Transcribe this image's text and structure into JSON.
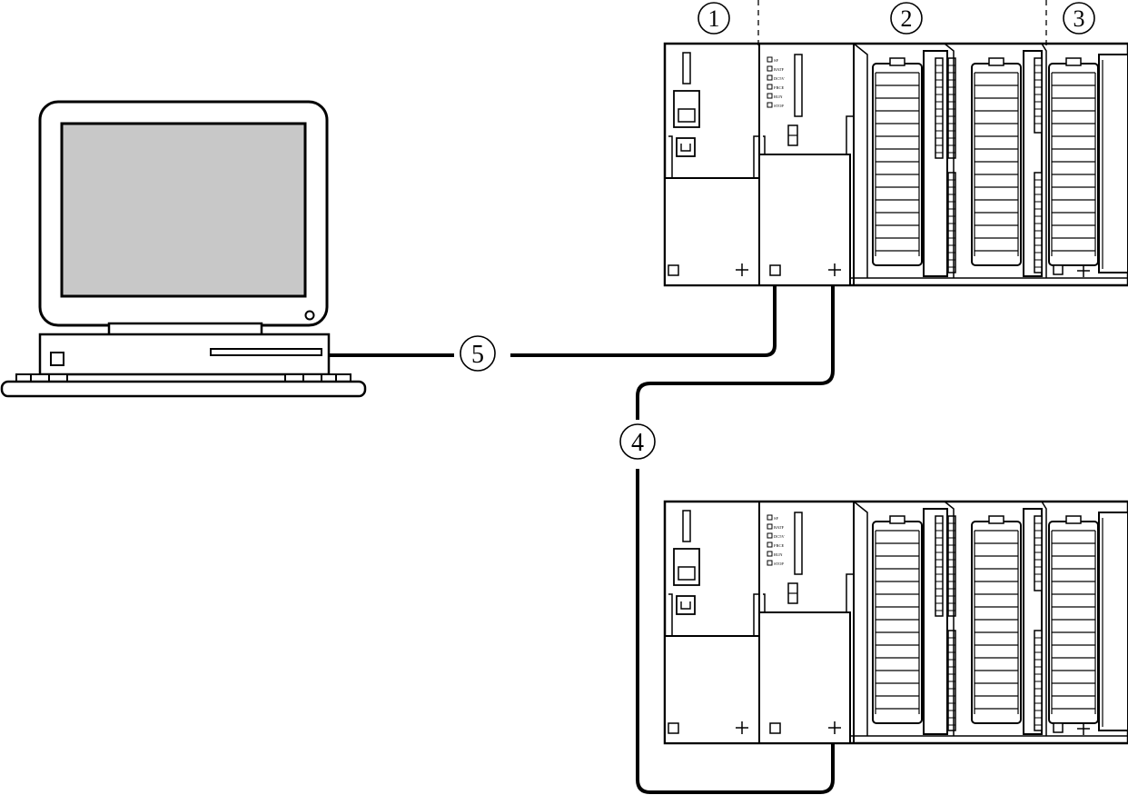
{
  "callouts": {
    "c1": "1",
    "c2": "2",
    "c3": "3",
    "c4": "4",
    "c5": "5"
  },
  "cpu_leds": [
    "SF",
    "BATF",
    "DC5V",
    "FRCE",
    "RUN",
    "STOP"
  ],
  "colors": {
    "line": "#000000",
    "screen": "#c8c8c8",
    "background": "#ffffff"
  },
  "icons": {
    "computer": "desktop-computer-icon",
    "plc": "plc-rack-icon"
  }
}
